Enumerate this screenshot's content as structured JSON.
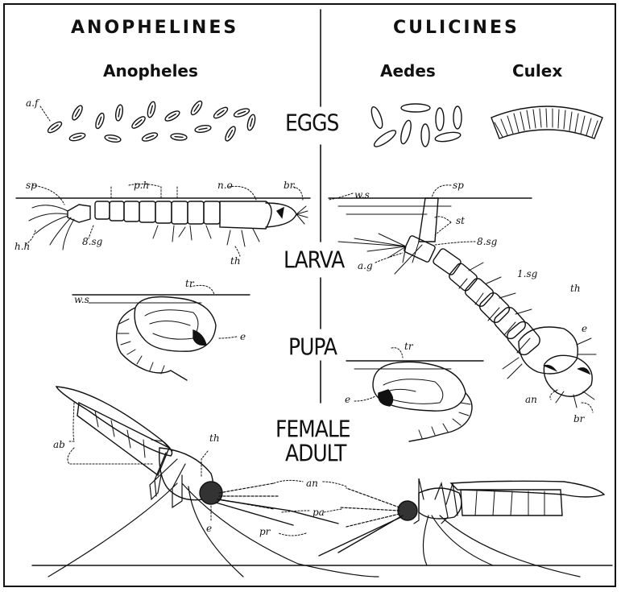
{
  "headers": {
    "left": "ANOPHELINES",
    "right": "CULICINES"
  },
  "genera": {
    "anopheles": "Anopheles",
    "aedes": "Aedes",
    "culex": "Culex"
  },
  "stages": {
    "eggs": "EGGS",
    "larva": "LARVA",
    "pupa": "PUPA",
    "adult_line1": "FEMALE",
    "adult_line2": "ADULT"
  },
  "labels": {
    "af": "a.f",
    "sp_left": "sp",
    "ph": "p.h",
    "no": "n.o",
    "br_left": "br.",
    "hh": "h.h",
    "sg8_left": "8.sg",
    "th_larva_left": "th",
    "ws_right": "w.s",
    "sp_right": "sp",
    "st": "st",
    "sg8_right": "8.sg",
    "ag": "a.g",
    "sg1": "1.sg",
    "th_larva_right": "th",
    "e_larva_right": "e",
    "an_larva": "an",
    "br_right": "br",
    "tr_left": "tr",
    "ws_left": "w.s",
    "e_pupa_left": "e",
    "tr_right": "tr",
    "e_pupa_right": "e",
    "th_adult": "th",
    "ab": "ab",
    "e_adult": "e",
    "an_adult": "an",
    "pa": "pa",
    "pr": "pr"
  }
}
